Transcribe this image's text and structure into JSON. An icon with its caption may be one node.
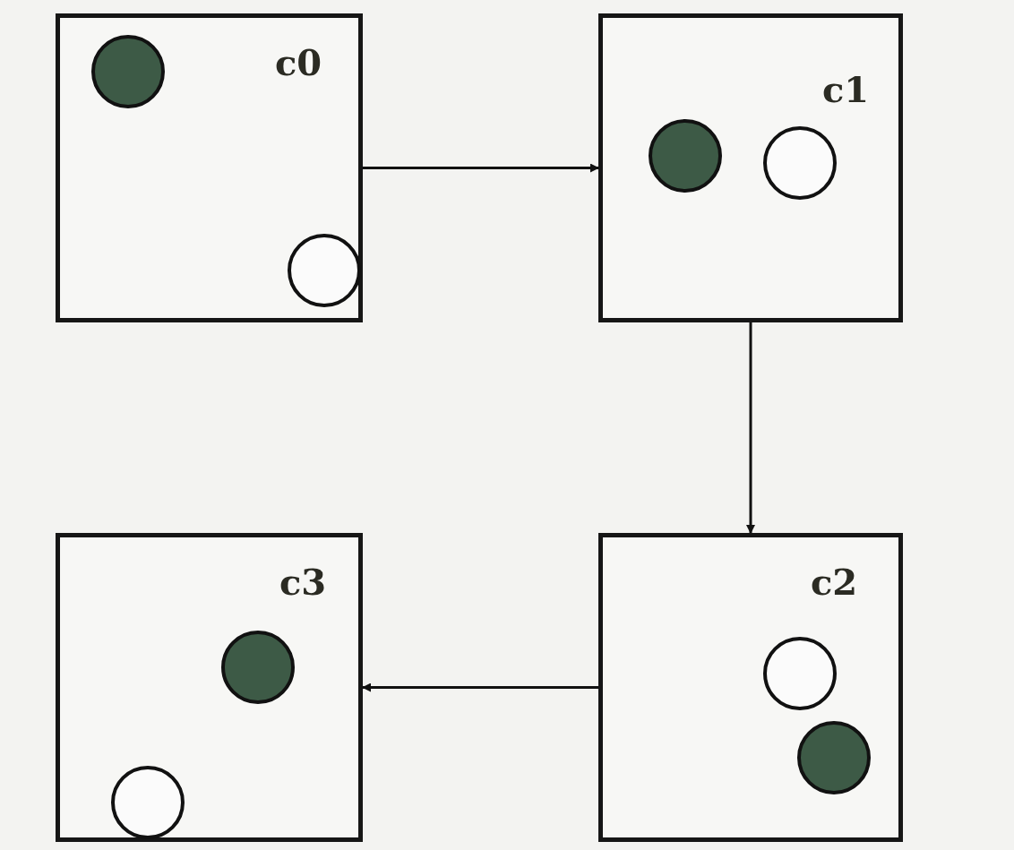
{
  "diagram": {
    "nodes": [
      {
        "text": [
          "c0"
        ]
      },
      {
        "text": [
          "c1"
        ]
      },
      {
        "text": [
          "c2"
        ]
      },
      {
        "text": [
          "c3"
        ]
      }
    ],
    "edges": [
      {
        "from": 0,
        "to": 1,
        "arrow": "to"
      },
      {
        "from": 1,
        "to": 2,
        "arrow": "to"
      },
      {
        "from": 2,
        "to": 3,
        "arrow": "to"
      }
    ]
  }
}
